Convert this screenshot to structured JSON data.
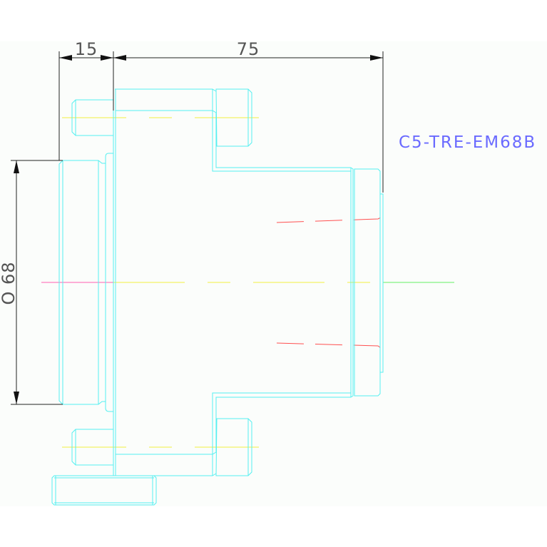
{
  "drawing": {
    "part_label": "C5-TRE-EM68B",
    "dimensions": {
      "flange_width": "15",
      "body_length": "75",
      "diameter": "O 68"
    },
    "colors": {
      "geometry": "#55f0f0",
      "centerline": "#f0f040",
      "hidden": "#ff5050",
      "label": "#6a6aff",
      "dimension": "#222222"
    }
  }
}
